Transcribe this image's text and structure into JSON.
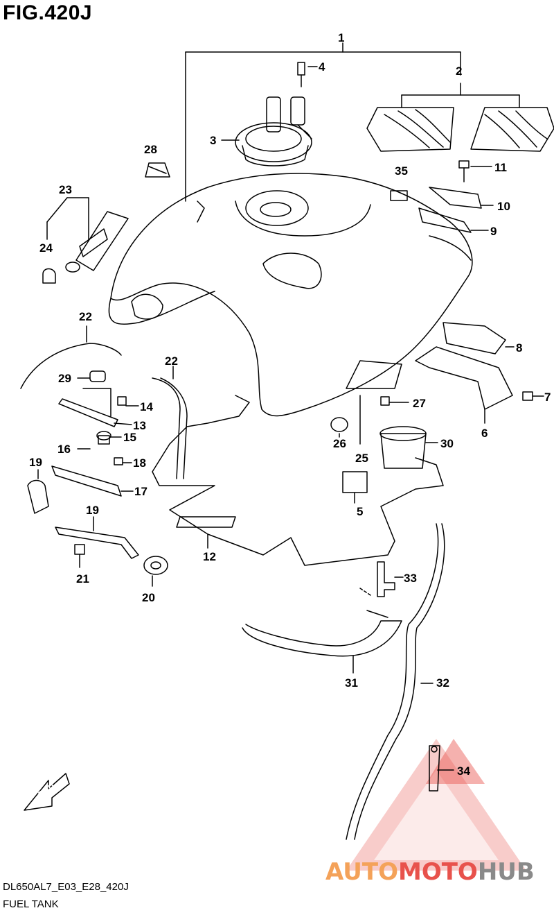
{
  "figure": {
    "title": "FIG.420J"
  },
  "callouts": [
    {
      "id": "1",
      "label": "1"
    },
    {
      "id": "2",
      "label": "2"
    },
    {
      "id": "3",
      "label": "3"
    },
    {
      "id": "4",
      "label": "4"
    },
    {
      "id": "5",
      "label": "5"
    },
    {
      "id": "6",
      "label": "6"
    },
    {
      "id": "7",
      "label": "7"
    },
    {
      "id": "8",
      "label": "8"
    },
    {
      "id": "9",
      "label": "9"
    },
    {
      "id": "10",
      "label": "10"
    },
    {
      "id": "11",
      "label": "11"
    },
    {
      "id": "12",
      "label": "12"
    },
    {
      "id": "13",
      "label": "13"
    },
    {
      "id": "14",
      "label": "14"
    },
    {
      "id": "15",
      "label": "15"
    },
    {
      "id": "16",
      "label": "16"
    },
    {
      "id": "17",
      "label": "17"
    },
    {
      "id": "18",
      "label": "18"
    },
    {
      "id": "19a",
      "label": "19"
    },
    {
      "id": "19b",
      "label": "19"
    },
    {
      "id": "20",
      "label": "20"
    },
    {
      "id": "21",
      "label": "21"
    },
    {
      "id": "22a",
      "label": "22"
    },
    {
      "id": "22b",
      "label": "22"
    },
    {
      "id": "23",
      "label": "23"
    },
    {
      "id": "24",
      "label": "24"
    },
    {
      "id": "25",
      "label": "25"
    },
    {
      "id": "26",
      "label": "26"
    },
    {
      "id": "27",
      "label": "27"
    },
    {
      "id": "28",
      "label": "28"
    },
    {
      "id": "29",
      "label": "29"
    },
    {
      "id": "30",
      "label": "30"
    },
    {
      "id": "31",
      "label": "31"
    },
    {
      "id": "32",
      "label": "32"
    },
    {
      "id": "33",
      "label": "33"
    },
    {
      "id": "34",
      "label": "34"
    },
    {
      "id": "35",
      "label": "35"
    }
  ],
  "fwd_label": "FWD",
  "footer": {
    "model_code": "DL650AL7_E03_E28_420J",
    "part_name": "FUEL TANK"
  },
  "watermark": {
    "part1": "AUTO",
    "part2": "MOTO",
    "part3": "HUB",
    "colors": {
      "orange": "#f4a259",
      "red": "#e8524c",
      "gray": "#8a8a8a"
    }
  }
}
